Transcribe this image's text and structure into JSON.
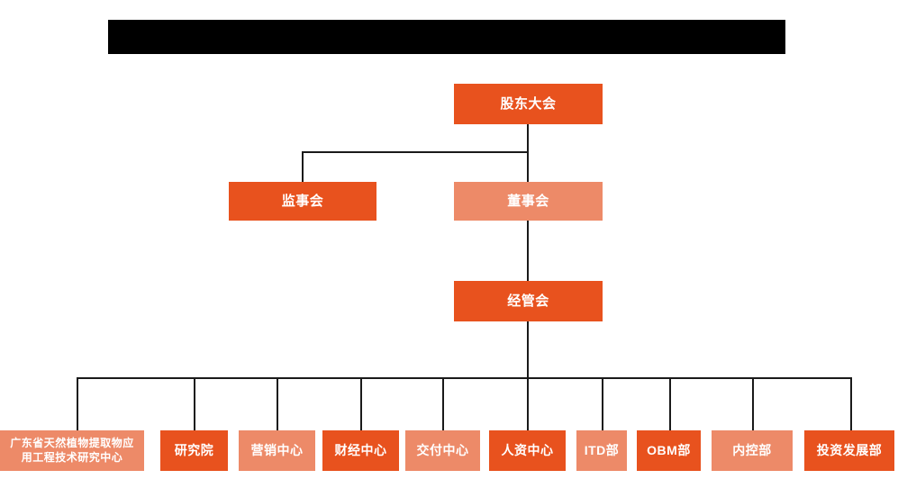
{
  "page": {
    "title_bar": {
      "name": "redacted-title-banner",
      "text": "",
      "color": "#000000"
    },
    "background": "#ffffff",
    "line_color": "#1a1a1a"
  },
  "palette": {
    "dark_orange": "#e8521e",
    "light_orange": "#ed8a68",
    "text_on_box": "#ffffff"
  },
  "chart_data": {
    "type": "org-chart",
    "title": "",
    "levels": [
      {
        "level": 1,
        "nodes": [
          {
            "id": "shareholders",
            "label": "股东大会",
            "fill": "dark_orange"
          }
        ]
      },
      {
        "level": 2,
        "nodes": [
          {
            "id": "supervisors",
            "label": "监事会",
            "fill": "dark_orange"
          },
          {
            "id": "directors",
            "label": "董事会",
            "fill": "light_orange"
          }
        ]
      },
      {
        "level": 3,
        "nodes": [
          {
            "id": "management",
            "label": "经管会",
            "fill": "dark_orange"
          }
        ]
      },
      {
        "level": 4,
        "nodes": [
          {
            "id": "research-center",
            "label": "广东省天然植物提取物应\n用工程技术研究中心",
            "fill": "light_orange"
          },
          {
            "id": "institute",
            "label": "研究院",
            "fill": "dark_orange"
          },
          {
            "id": "marketing-center",
            "label": "营销中心",
            "fill": "light_orange"
          },
          {
            "id": "finance-center",
            "label": "财经中心",
            "fill": "dark_orange"
          },
          {
            "id": "delivery-center",
            "label": "交付中心",
            "fill": "light_orange"
          },
          {
            "id": "hr-center",
            "label": "人资中心",
            "fill": "dark_orange"
          },
          {
            "id": "itd-dept",
            "label": "ITD部",
            "fill": "light_orange"
          },
          {
            "id": "obm-dept",
            "label": "OBM部",
            "fill": "dark_orange"
          },
          {
            "id": "internal-control-dept",
            "label": "内控部",
            "fill": "light_orange"
          },
          {
            "id": "investment-dev-dept",
            "label": "投资发展部",
            "fill": "dark_orange"
          }
        ]
      }
    ],
    "edges": [
      {
        "from": "shareholders",
        "to": "supervisors"
      },
      {
        "from": "shareholders",
        "to": "directors"
      },
      {
        "from": "directors",
        "to": "management"
      },
      {
        "from": "management",
        "to": "research-center"
      },
      {
        "from": "management",
        "to": "institute"
      },
      {
        "from": "management",
        "to": "marketing-center"
      },
      {
        "from": "management",
        "to": "finance-center"
      },
      {
        "from": "management",
        "to": "delivery-center"
      },
      {
        "from": "management",
        "to": "hr-center"
      },
      {
        "from": "management",
        "to": "itd-dept"
      },
      {
        "from": "management",
        "to": "obm-dept"
      },
      {
        "from": "management",
        "to": "internal-control-dept"
      },
      {
        "from": "management",
        "to": "investment-dev-dept"
      }
    ]
  }
}
